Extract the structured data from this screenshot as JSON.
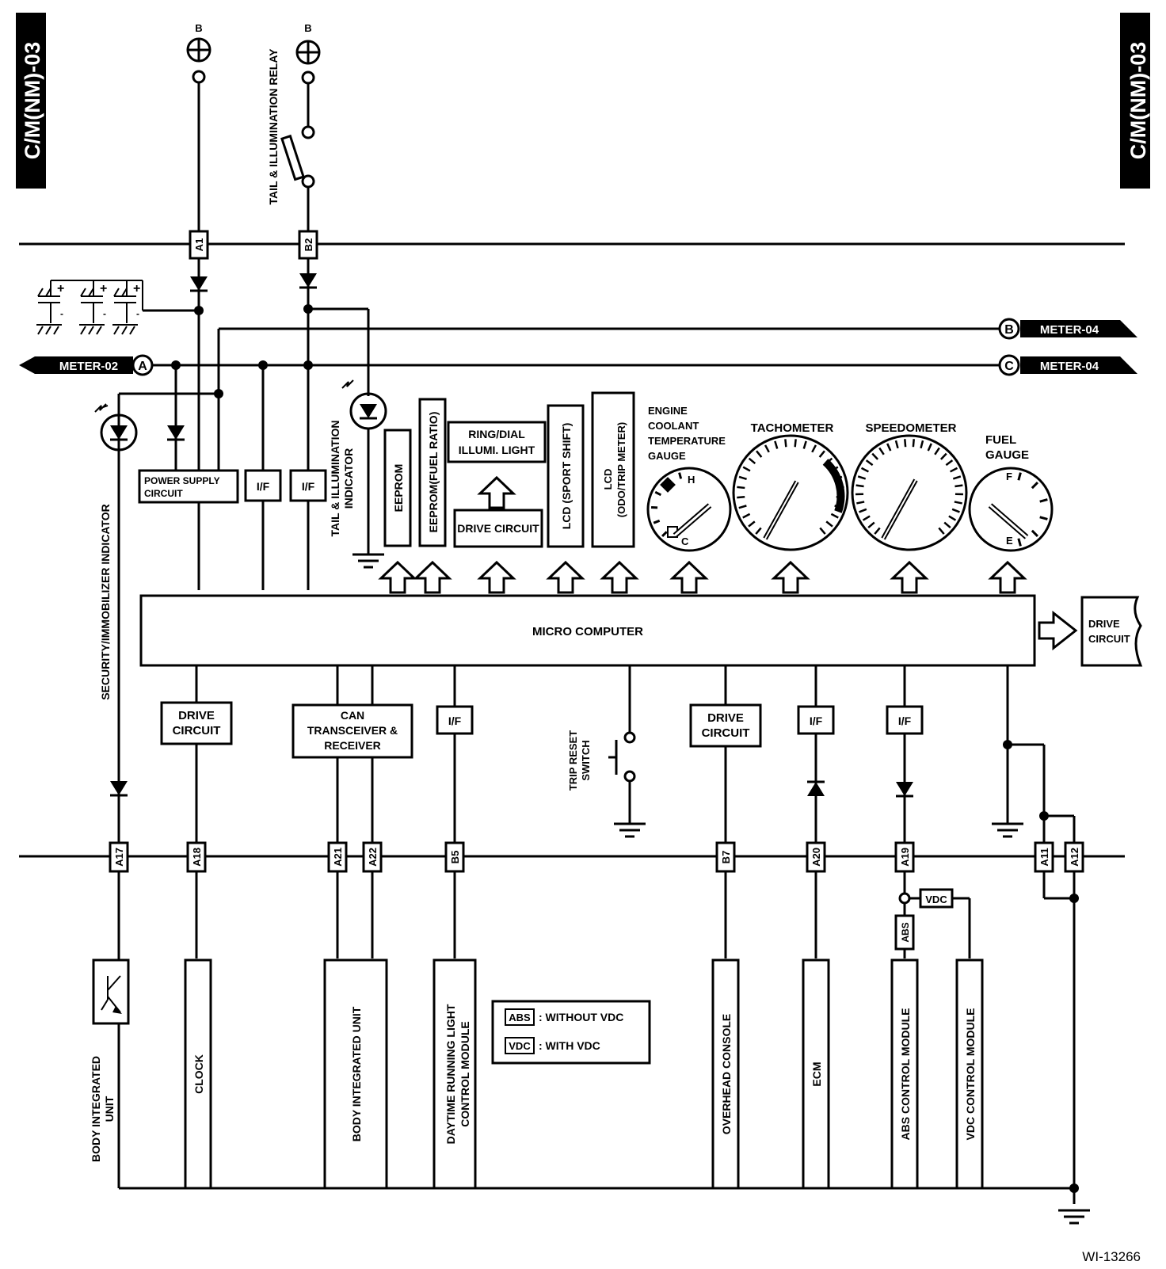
{
  "diagram_id": "WI-13266",
  "side_tabs": {
    "left": "C/M(NM)-03",
    "right": "C/M(NM)-03"
  },
  "power": {
    "symbol_label": "B",
    "relay": "TAIL & ILLUMINATION RELAY"
  },
  "connectors": {
    "top": [
      "A1",
      "B2"
    ],
    "bottom": [
      "A17",
      "A18",
      "A21",
      "A22",
      "B5",
      "B7",
      "A20",
      "A19",
      "A11",
      "A12"
    ]
  },
  "off_page": {
    "left": {
      "text": "METER-02",
      "letter": "A"
    },
    "right_b": {
      "text": "METER-04",
      "letter": "B"
    },
    "right_c": {
      "text": "METER-04",
      "letter": "C"
    }
  },
  "blocks": {
    "power_supply": "POWER SUPPLY CIRCUIT",
    "if": "I/F",
    "eeprom": "EEPROM",
    "eeprom_fuel": "EEPROM(FUEL RATIO)",
    "ring_dial": "RING/DIAL ILLUMI. LIGHT",
    "drive_circuit": "DRIVE CIRCUIT",
    "lcd_sport": "LCD (SPORT SHIFT)",
    "lcd_odo": "LCD (ODO/TRIP METER)",
    "micro_computer": "MICRO COMPUTER",
    "can": "CAN TRANSCEIVER & RECEIVER"
  },
  "gauges": {
    "coolant": "ENGINE COOLANT TEMPERATURE GAUGE",
    "tach": "TACHOMETER",
    "speedo": "SPEEDOMETER",
    "fuel": "FUEL GAUGE",
    "coolant_h": "H",
    "coolant_c": "C",
    "fuel_f": "F",
    "fuel_e": "E"
  },
  "indicators": {
    "security": "SECURITY/IMMOBILIZER INDICATOR",
    "tail": "TAIL & ILLUMINATION INDICATOR"
  },
  "trip_switch": "TRIP RESET SWITCH",
  "modules": {
    "body_left": "BODY INTEGRATED UNIT",
    "clock": "CLOCK",
    "body_center": "BODY INTEGRATED UNIT",
    "drl": "DAYTIME RUNNING LIGHT CONTROL MODULE",
    "overhead": "OVERHEAD CONSOLE",
    "ecm": "ECM",
    "abs_mod": "ABS CONTROL MODULE",
    "vdc_mod": "VDC CONTROL MODULE"
  },
  "tags": {
    "abs": "ABS",
    "vdc": "VDC"
  },
  "legend": [
    {
      "tag": "ABS",
      "text": ": WITHOUT VDC"
    },
    {
      "tag": "VDC",
      "text": ": WITH VDC"
    }
  ]
}
